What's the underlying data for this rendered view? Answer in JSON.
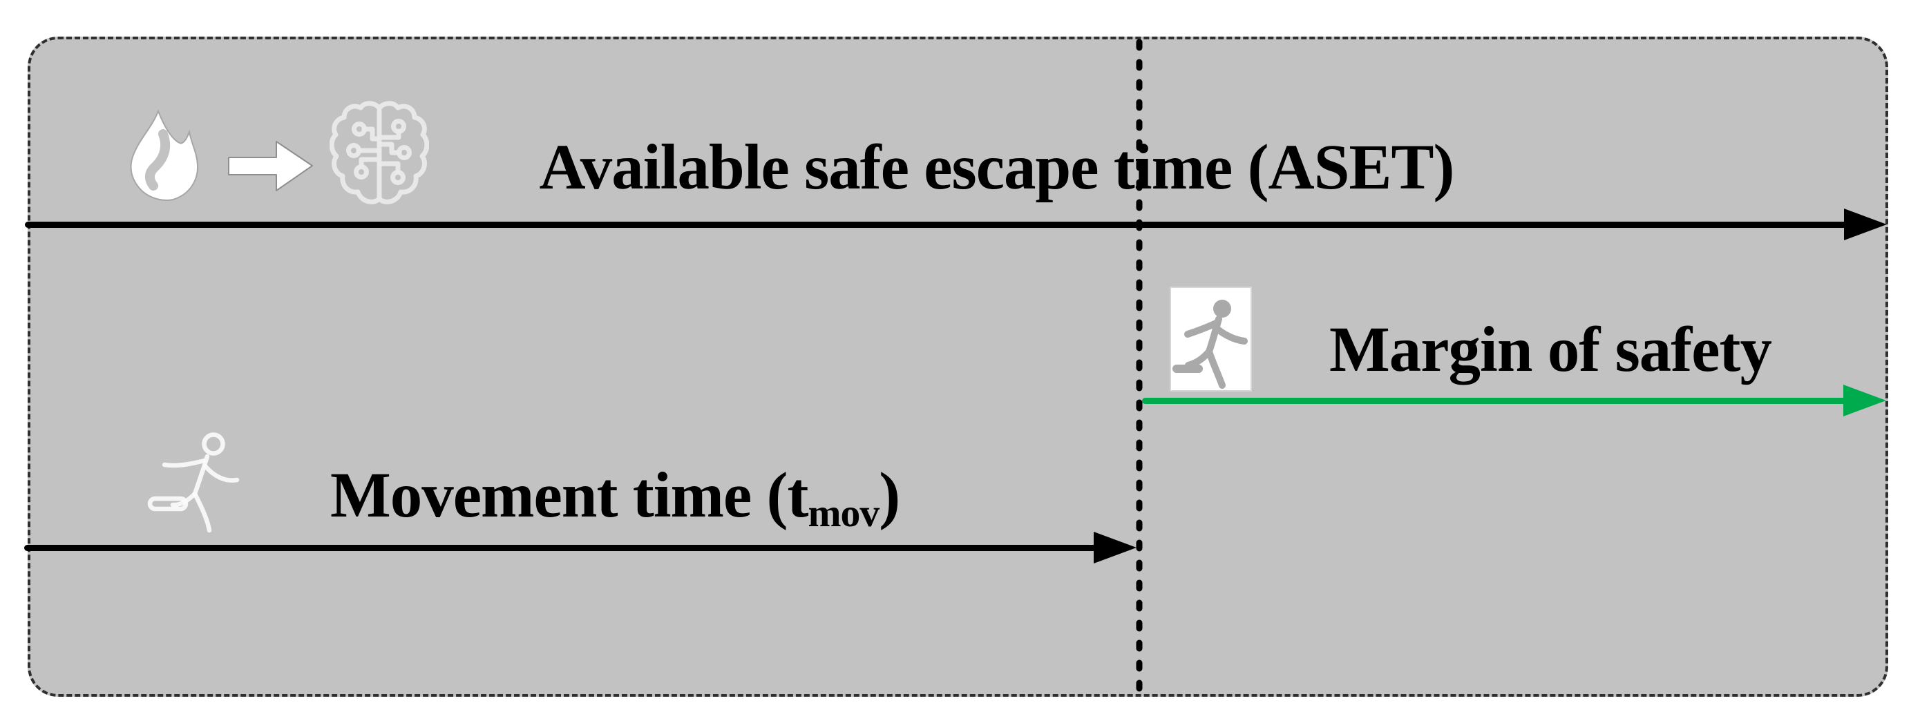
{
  "figure": {
    "type": "timeline-diagram",
    "panel": {
      "fill_color": "#c2c2c2",
      "border_color": "#2f2f2f",
      "border_style": "dashed"
    },
    "divider": {
      "style": "dotted-vertical-line",
      "color": "#000000"
    },
    "aset": {
      "label": "Available safe escape time (ASET)",
      "arrow_color": "#000000",
      "icons": [
        "fire-icon",
        "arrow-right-icon",
        "brain-circuit-icon"
      ]
    },
    "margin": {
      "label": "Margin of safety",
      "arrow_color": "#00ab4e",
      "icons": [
        "emergency-exit-icon"
      ]
    },
    "movement": {
      "label_prefix": "Movement time (t",
      "label_subscript": "mov",
      "label_suffix": ")",
      "arrow_color": "#000000",
      "icons": [
        "running-person-icon"
      ]
    }
  }
}
